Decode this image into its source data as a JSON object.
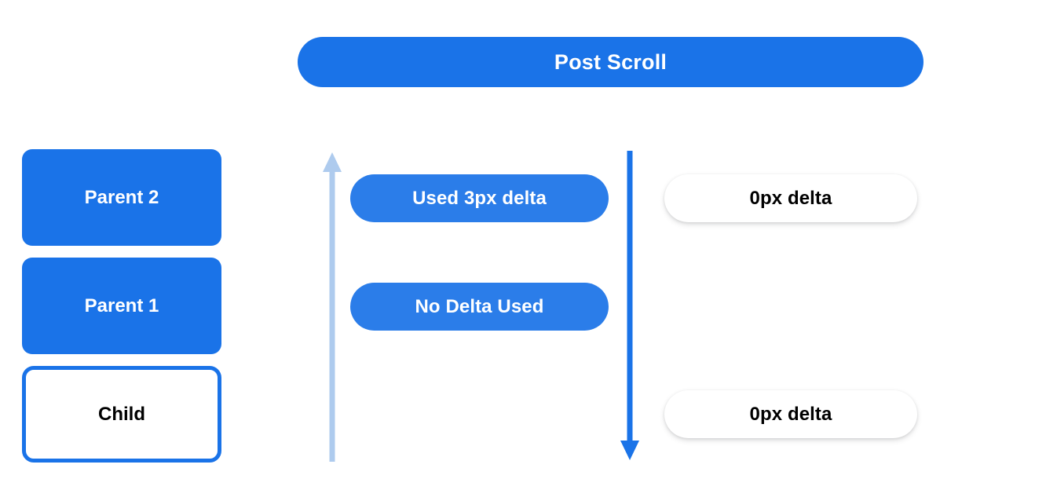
{
  "page": {
    "background_color": "#ffffff",
    "accent_blue": "#1a73e8",
    "pill_blue": "#2b7de9",
    "arrow_light_blue": "#aecbee",
    "arrow_solid_blue": "#1a73e8"
  },
  "header": {
    "title": "Post Scroll"
  },
  "nodes": [
    {
      "label": "Parent 2",
      "style": "filled"
    },
    {
      "label": "Parent 1",
      "style": "filled"
    },
    {
      "label": "Child",
      "style": "outlined"
    }
  ],
  "arrows": [
    {
      "name": "scroll-direction-up-arrow",
      "direction": "up",
      "color": "#aecbee"
    },
    {
      "name": "scroll-direction-down-arrow",
      "direction": "down",
      "color": "#1a73e8"
    }
  ],
  "middle_column": {
    "pills": [
      {
        "label": "Used 3px delta"
      },
      {
        "label": "No Delta Used"
      }
    ]
  },
  "right_column": {
    "pills": [
      {
        "label": "0px delta"
      },
      {
        "label": "0px delta"
      }
    ]
  }
}
